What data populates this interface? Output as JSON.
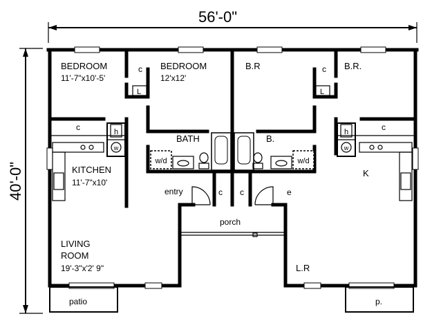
{
  "dimensions": {
    "width": "56'-0\"",
    "depth": "40'-0\""
  },
  "left_unit": {
    "bedroom1": {
      "name": "BEDROOM",
      "size": "11'-7\"x10'-5'"
    },
    "bedroom2": {
      "name": "BEDROOM",
      "size": "12'x12'"
    },
    "bath": "BATH",
    "kitchen": {
      "name": "KITCHEN",
      "size": "11'-7\"x10'"
    },
    "living": {
      "name_line1": "LIVING",
      "name_line2": "ROOM",
      "size": "19'-3\"x'2' 9\""
    },
    "entry": "entry",
    "patio": "patio"
  },
  "right_unit": {
    "bedroom1": "B.R",
    "bedroom2": "B.R.",
    "bath": "B.",
    "kitchen": "K",
    "living": "L.R",
    "entry": "e",
    "patio": "p."
  },
  "shared": {
    "porch": "porch",
    "closet": "c",
    "linen": "L",
    "heater": "h",
    "washer": "w",
    "washer_dryer": "w/d"
  }
}
